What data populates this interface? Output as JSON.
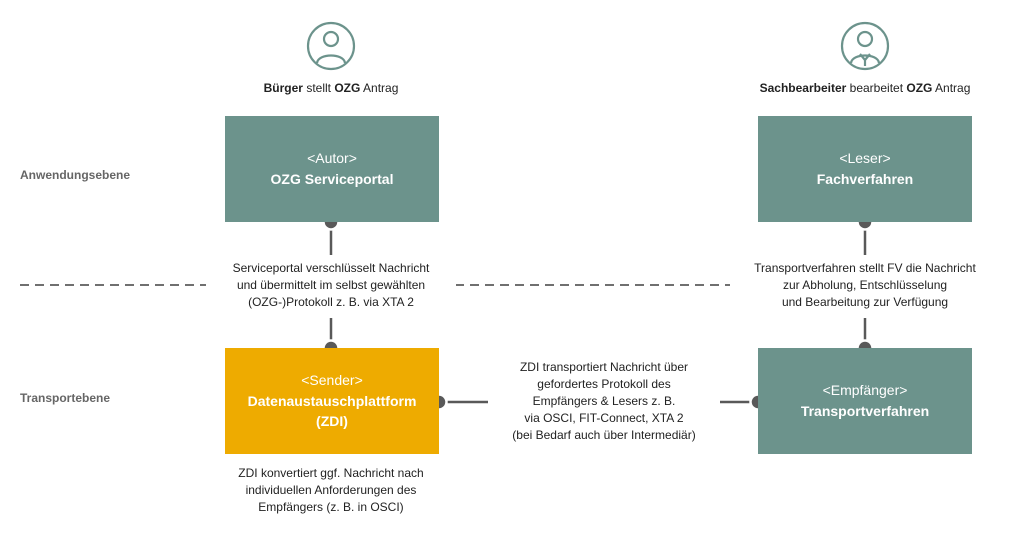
{
  "colors": {
    "box_teal": "#6c938c",
    "box_gold": "#eeab00",
    "connector": "#595959",
    "dashed_line": "#707070",
    "icon": "#6c938c"
  },
  "layers": {
    "application": "Anwendungsebene",
    "transport": "Transportebene"
  },
  "actors": {
    "citizen": {
      "icon": "user-icon",
      "strong_1": "Bürger",
      "text_1": "stellt",
      "strong_2": "OZG",
      "text_2": "Antrag"
    },
    "clerk": {
      "icon": "user-tie-icon",
      "strong_1": "Sachbearbeiter",
      "text_1": "bearbeitet",
      "strong_2": "OZG",
      "text_2": "Antrag"
    }
  },
  "boxes": {
    "author": {
      "role": "<Autor>",
      "name": "OZG Serviceportal"
    },
    "reader": {
      "role": "<Leser>",
      "name": "Fachverfahren"
    },
    "sender": {
      "role": "<Sender>",
      "name_line1": "Datenaustauschplattform",
      "name_line2": "(ZDI)"
    },
    "receiver": {
      "role": "<Empfänger>",
      "name": "Transportverfahren"
    }
  },
  "notes": {
    "portal": {
      "line1": "Serviceportal verschlüsselt Nachricht",
      "line2": "und übermittelt im selbst gewählten",
      "line3": "(OZG-)Protokoll z. B. via XTA 2"
    },
    "transport_procedure": {
      "line1": "Transportverfahren stellt FV die Nachricht",
      "line2": "zur Abholung, Entschlüsselung",
      "line3": "und Bearbeitung zur Verfügung"
    },
    "zdi_transport": {
      "line1": "ZDI transportiert Nachricht über",
      "line2": "gefordertes Protokoll des",
      "line3": "Empfängers & Lesers z. B.",
      "line4": "via OSCI, FIT-Connect, XTA 2",
      "line5": "(bei Bedarf auch über Intermediär)"
    },
    "zdi_convert": {
      "line1": "ZDI konvertiert ggf. Nachricht nach",
      "line2": "individuellen Anforderungen des",
      "line3": "Empfängers (z. B. in OSCI)"
    }
  }
}
